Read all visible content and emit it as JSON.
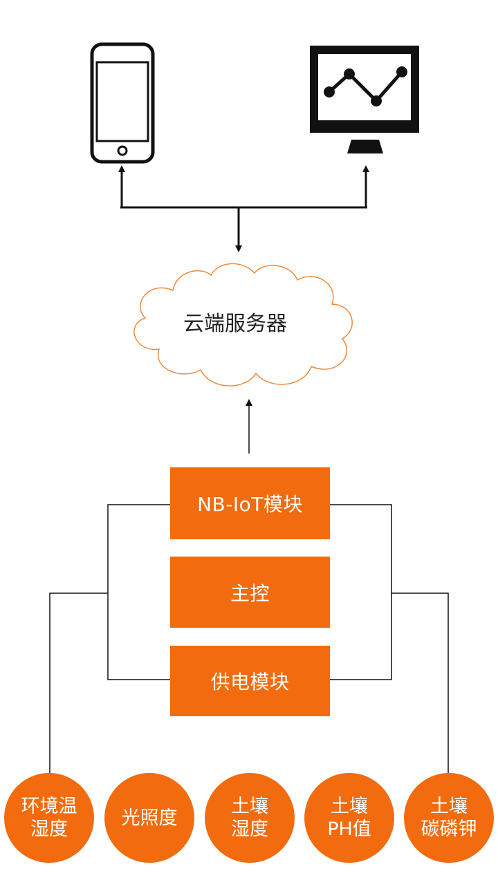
{
  "colors": {
    "accent": "#f26b0f",
    "cloud_stroke": "#f08a3c",
    "line": "#111111",
    "device": "#111111"
  },
  "icons": {
    "phone": "smartphone-icon",
    "monitor": "monitor-chart-icon"
  },
  "cloud": {
    "label": "云端服务器"
  },
  "modules": [
    {
      "label": "NB-IoT模块"
    },
    {
      "label": "主控"
    },
    {
      "label": "供电模块"
    }
  ],
  "sensors": [
    {
      "line1": "环境温",
      "line2": "湿度"
    },
    {
      "line1": "光照度",
      "line2": ""
    },
    {
      "line1": "土壤",
      "line2": "湿度"
    },
    {
      "line1": "土壤",
      "line2": "PH值"
    },
    {
      "line1": "土壤",
      "line2": "碳磷钾"
    }
  ]
}
